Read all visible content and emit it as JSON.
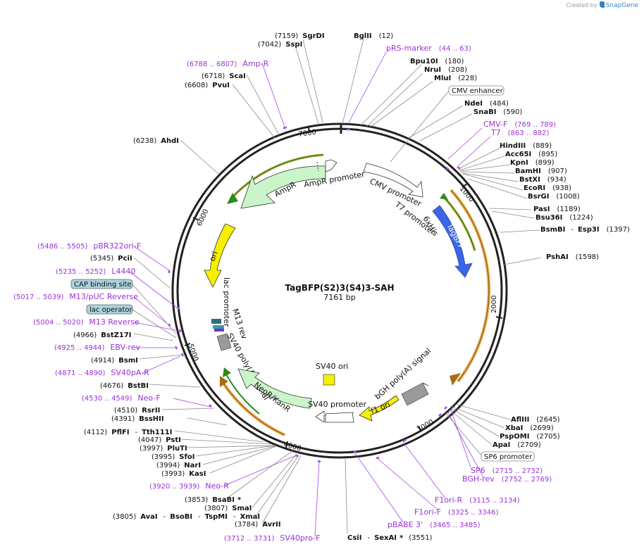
{
  "credit": {
    "prefix": "Created by",
    "brand": "SnapGene"
  },
  "plasmid": {
    "name": "TagBFP(S2)3(S4)3-SAH",
    "size": "7161 bp"
  },
  "ticks": [
    "1000",
    "2000",
    "3000",
    "4000",
    "5000",
    "6000",
    "7000"
  ],
  "enzymes": [
    {
      "pos": "(7159)",
      "name": "SgrDI"
    },
    {
      "pos": "(7042)",
      "name": "SspI"
    },
    {
      "pos": "(12)",
      "name": "BglII"
    },
    {
      "pos": "(180)",
      "name": "Bpu10I"
    },
    {
      "pos": "(208)",
      "name": "NruI"
    },
    {
      "pos": "(228)",
      "name": "MluI"
    },
    {
      "pos": "(484)",
      "name": "NdeI"
    },
    {
      "pos": "(590)",
      "name": "SnaBI"
    },
    {
      "pos": "(889)",
      "name": "HindIII"
    },
    {
      "pos": "(895)",
      "name": "Acc65I"
    },
    {
      "pos": "(899)",
      "name": "KpnI"
    },
    {
      "pos": "(907)",
      "name": "BamHI"
    },
    {
      "pos": "(934)",
      "name": "BstXI"
    },
    {
      "pos": "(938)",
      "name": "EcoRI"
    },
    {
      "pos": "(1008)",
      "name": "BsrGI"
    },
    {
      "pos": "(1189)",
      "name": "PasI"
    },
    {
      "pos": "(1224)",
      "name": "Bsu36I"
    },
    {
      "pos": "(1397)",
      "name": "BsmBI",
      "alt": "Esp3I"
    },
    {
      "pos": "(1598)",
      "name": "PshAI"
    },
    {
      "pos": "(2645)",
      "name": "AflIII"
    },
    {
      "pos": "(2699)",
      "name": "XbaI"
    },
    {
      "pos": "(2705)",
      "name": "PspOMI"
    },
    {
      "pos": "(2709)",
      "name": "ApaI"
    },
    {
      "pos": "(3551)",
      "name": "CsiI",
      "alt": "SexAI",
      "star": "*"
    },
    {
      "pos": "(3784)",
      "name": "AvrII"
    },
    {
      "pos": "(3805)",
      "name": "AvaI",
      "alt": "BsoBI",
      "alt2": "TspMI",
      "alt3": "XmaI"
    },
    {
      "pos": "(3807)",
      "name": "SmaI"
    },
    {
      "pos": "(3853)",
      "name": "BsaBI",
      "star": "*"
    },
    {
      "pos": "(3993)",
      "name": "KasI"
    },
    {
      "pos": "(3994)",
      "name": "NarI"
    },
    {
      "pos": "(3995)",
      "name": "SfoI"
    },
    {
      "pos": "(3997)",
      "name": "PluTI"
    },
    {
      "pos": "(4047)",
      "name": "PstI"
    },
    {
      "pos": "(4112)",
      "name": "PflFI",
      "alt": "Tth111I"
    },
    {
      "pos": "(4391)",
      "name": "BssHII"
    },
    {
      "pos": "(4510)",
      "name": "RsrII"
    },
    {
      "pos": "(4676)",
      "name": "BstBI"
    },
    {
      "pos": "(4914)",
      "name": "BsmI"
    },
    {
      "pos": "(4966)",
      "name": "BstZ17I"
    },
    {
      "pos": "(5345)",
      "name": "PciI"
    },
    {
      "pos": "(6238)",
      "name": "AhdI"
    },
    {
      "pos": "(6608)",
      "name": "PvuI"
    },
    {
      "pos": "(6718)",
      "name": "ScaI"
    }
  ],
  "primers": [
    {
      "name": "pRS-marker",
      "range": "(44 .. 63)"
    },
    {
      "name": "CMV-F",
      "range": "(769 .. 789)"
    },
    {
      "name": "T7",
      "range": "(863 .. 882)"
    },
    {
      "name": "SP6",
      "range": "(2715 .. 2732)"
    },
    {
      "name": "BGH-rev",
      "range": "(2752 .. 2769)"
    },
    {
      "name": "F1ori-R",
      "range": "(3115 .. 3134)"
    },
    {
      "name": "F1ori-F",
      "range": "(3325 .. 3346)"
    },
    {
      "name": "pBABE 3'",
      "range": "(3465 .. 3485)"
    },
    {
      "name": "SV40pro-F",
      "range": "(3712 .. 3731)"
    },
    {
      "name": "Neo-R",
      "range": "(3920 .. 3939)"
    },
    {
      "name": "Neo-F",
      "range": "(4530 .. 4549)"
    },
    {
      "name": "SV40pA-R",
      "range": "(4871 .. 4890)"
    },
    {
      "name": "EBV-rev",
      "range": "(4925 .. 4944)"
    },
    {
      "name": "M13 Reverse",
      "range": "(5004 .. 5020)"
    },
    {
      "name": "M13/pUC Reverse",
      "range": "(5017 .. 5039)"
    },
    {
      "name": "L4440",
      "range": "(5235 .. 5252)"
    },
    {
      "name": "pBR322ori-F",
      "range": "(5486 .. 5505)"
    },
    {
      "name": "Amp-R",
      "range": "(6788 .. 6807)"
    }
  ],
  "boxed": [
    {
      "name": "CMV enhancer"
    },
    {
      "name": "SP6 promoter"
    },
    {
      "name": "CAP binding site",
      "filled": true
    },
    {
      "name": "lac operator",
      "filled": true
    }
  ],
  "features": {
    "ampr": "AmpR",
    "ampr_promoter": "AmpR promoter",
    "cmv_promoter": "CMV promoter",
    "t7_promoter": "T7 promoter",
    "his": "6xHis",
    "tagbfp": "TagBFP",
    "ori": "ori",
    "lac_promoter": "lac promoter",
    "m13_rev": "M13 rev",
    "sv40_polya": "SV40 poly(A) signal",
    "neor": "NeoR/KanR",
    "sv40_promoter": "SV40 promoter",
    "sv40_ori": "SV40 ori",
    "f1_ori": "f1 ori",
    "bgh": "bGH poly(A) signal"
  },
  "colors": {
    "backbone": "#222222",
    "primer": "#9b30d9",
    "ampr": "#c9f5c9",
    "ori": "#f7ef00",
    "tagbfp": "#3a66e8",
    "orf_track": "#f2a33a",
    "enzyme_text": "#111111"
  }
}
